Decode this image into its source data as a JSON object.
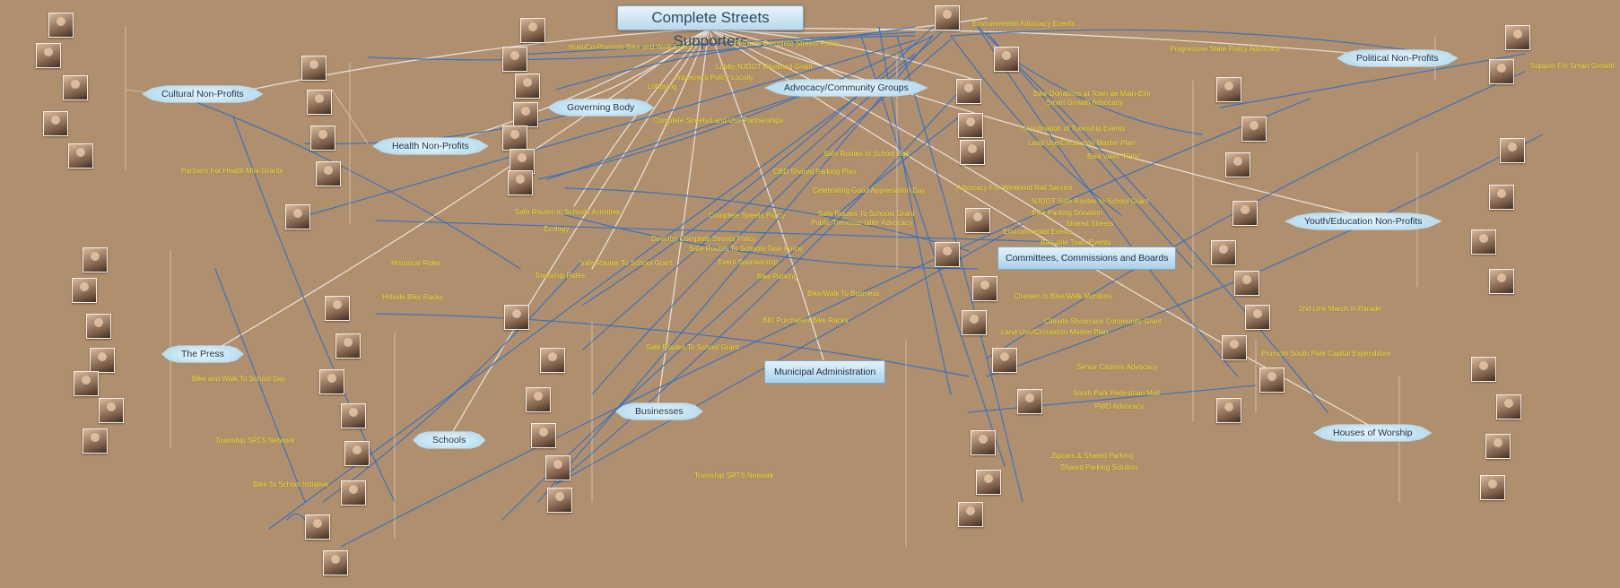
{
  "title": "Complete Streets Supporters",
  "hubs": [
    {
      "id": "cultural",
      "label": "Cultural Non-Profits"
    },
    {
      "id": "health",
      "label": "Health Non-Profits"
    },
    {
      "id": "governing",
      "label": "Governing Body"
    },
    {
      "id": "advocacy",
      "label": "Advocacy/Community Groups"
    },
    {
      "id": "political",
      "label": "Political Non-Profits"
    },
    {
      "id": "youth",
      "label": "Youth/Education Non-Profits"
    },
    {
      "id": "committees",
      "label": "Committees, Commissions and Boards"
    },
    {
      "id": "press",
      "label": "The Press"
    },
    {
      "id": "schools",
      "label": "Schools"
    },
    {
      "id": "businesses",
      "label": "Businesses"
    },
    {
      "id": "municipal",
      "label": "Municipal Administration"
    },
    {
      "id": "worship",
      "label": "Houses of Worship"
    }
  ],
  "edge_labels": [
    "Host/Co-Promote Bike and Walk Events",
    "Promote Complete Streets Policy",
    "Lobby NJDOT Bikeshed Grant",
    "Implement Policy Locally",
    "Lobbying",
    "Complete Streets/Land Use Partnerships",
    "Environmental Advocacy Events",
    "Progressive State Policy Advocacy",
    "Support For Smart Growth",
    "Bike Donations at Town de Main-Elm",
    "Smart Growth Advocacy",
    "Coordination of Township Events",
    "Land Use/Circulation Master Plan",
    "Bike Valet \"Rate\"",
    "Safe Routes to School Bus",
    "CBD Shared Parking Plan",
    "Celebrating Good Appreciation Day",
    "Advocacy For Weekend Rail Service",
    "NJDOT Safe Routes to School Grant",
    "Bike Parking Donation",
    "Shared Streets",
    "Environmental Events",
    "Bikeable Town Events",
    "Partners For Health Mini-Grants",
    "Safe Routes to Schools Activities",
    "Complete Streets Policy",
    "Safe Routes To Schools Grant",
    "Public Trenccus-taller Advocacy",
    "Ecology",
    "Develop Complete Streets Policy",
    "Safe Routes To Schools Task Force",
    "Event Sponsorship",
    "Safe Routes To School Grant",
    "Township Rules",
    "Historical Rides",
    "Bike Parking",
    "Hillside Bike Racks",
    "Bike/Walk To Business",
    "BID Purchases Bike Racks",
    "Cl/arsen to Bike/Walk Monitors",
    "2nd Line March in Parade",
    "Climate Showcase Community Grant",
    "Land Use/Circulation Master Plan",
    "Safe Routes To School Grant",
    "Promote South Park Capital Expenditure",
    "Bike and Walk To School Day",
    "Senior Citizens Advocacy",
    "South Park Pedestrian Mall",
    "PWD Advocacy",
    "Township SRTS Network",
    "Bike To School Initiative",
    "Township SRTS Network",
    "Zipcars & Shared Parking",
    "Shared Parking Solution"
  ]
}
